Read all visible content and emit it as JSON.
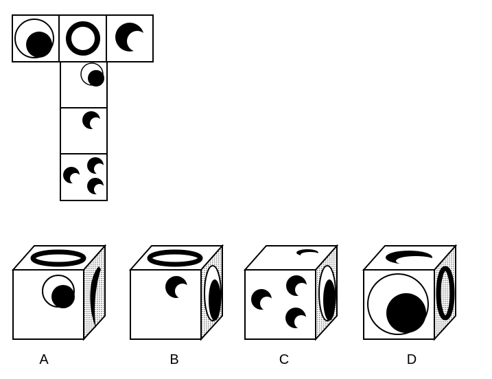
{
  "net": {
    "faces": [
      {
        "id": "top-left",
        "pattern": "circle-with-dot"
      },
      {
        "id": "top-middle",
        "pattern": "thick-ring"
      },
      {
        "id": "top-right",
        "pattern": "crescent"
      },
      {
        "id": "column-1",
        "pattern": "small-circle-with-dot"
      },
      {
        "id": "column-2",
        "pattern": "small-crescent"
      },
      {
        "id": "column-3",
        "pattern": "three-crescents"
      }
    ]
  },
  "options": [
    {
      "label": "A"
    },
    {
      "label": "B"
    },
    {
      "label": "C"
    },
    {
      "label": "D"
    }
  ],
  "colors": {
    "ink": "#000000",
    "paper": "#ffffff",
    "shade": "#c8c8c8"
  }
}
